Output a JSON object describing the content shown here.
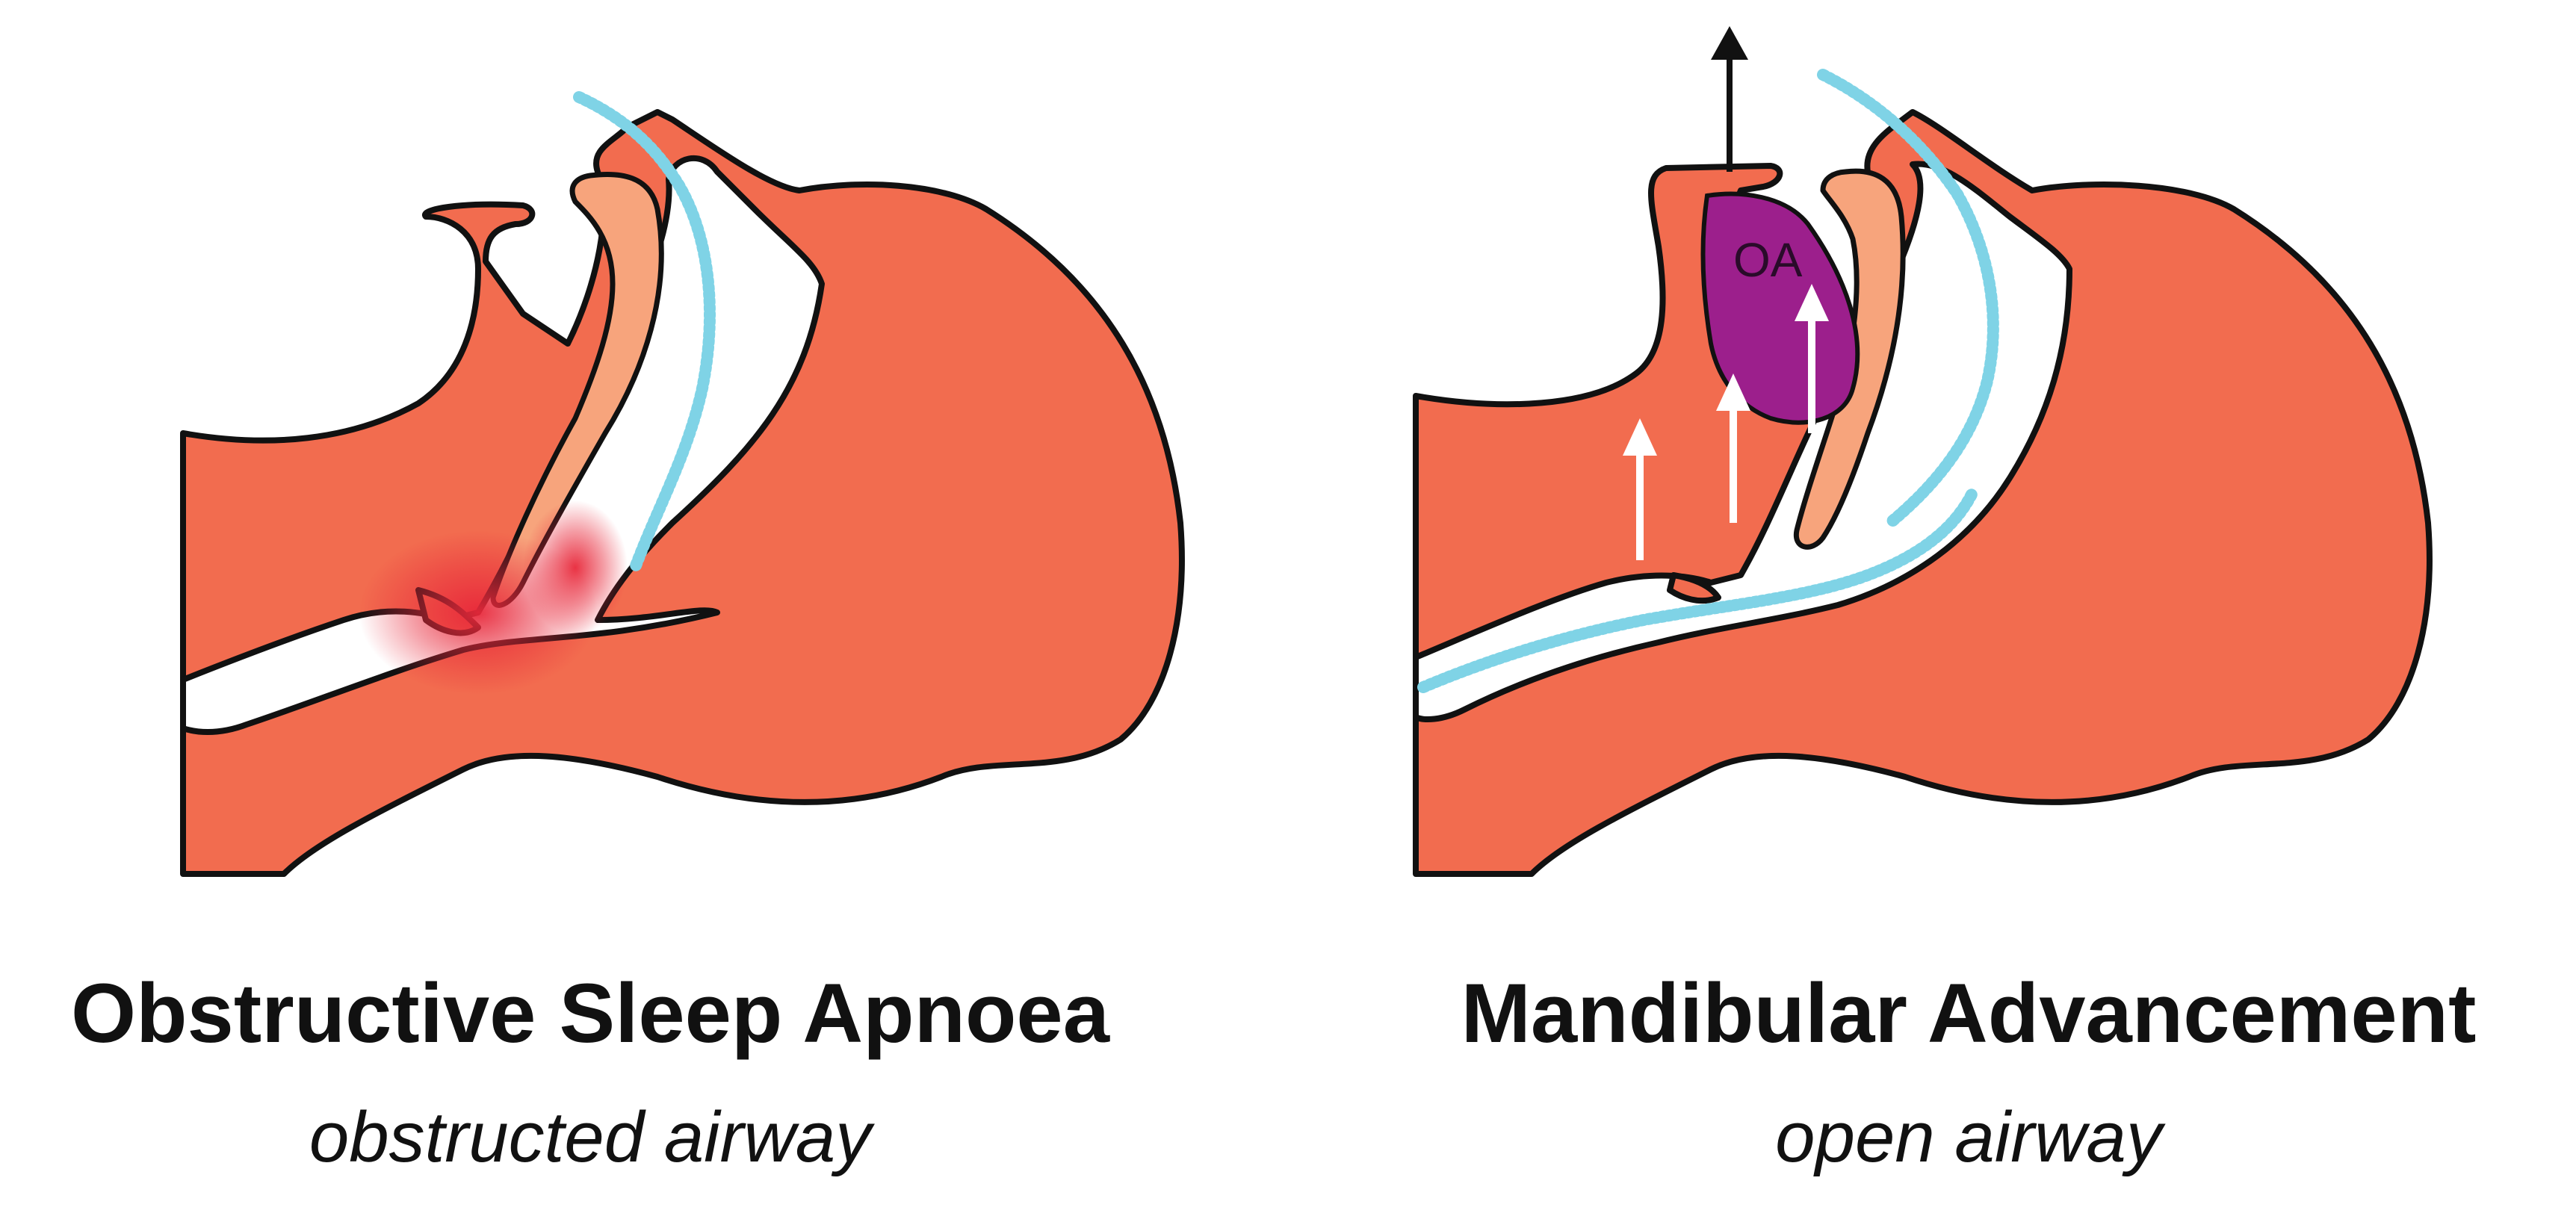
{
  "panels": [
    {
      "id": "osa",
      "title": "Obstructive Sleep Apnoea",
      "subtitle": "obstructed airway"
    },
    {
      "id": "ma",
      "title": "Mandibular Advancement",
      "subtitle": "open airway",
      "appliance_label": "OA"
    }
  ],
  "colors": {
    "tissue": "#f26c4f",
    "soft_palate": "#f7a47c",
    "airflow": "#7fd3e6",
    "obstruction": "#e8283a",
    "oral_appliance": "#9c1f8c",
    "outline": "#111111"
  }
}
